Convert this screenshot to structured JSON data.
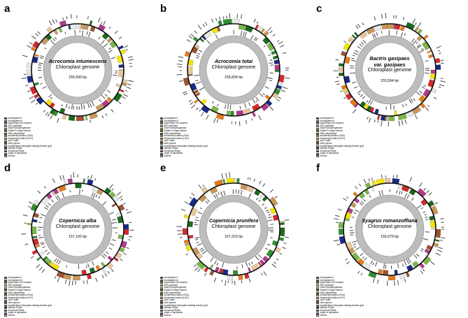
{
  "panels": [
    {
      "letter": "a",
      "species": [
        "Acrocomia intumescens"
      ],
      "subtitle": "Chloroplast genome",
      "size": "155,590 bp"
    },
    {
      "letter": "b",
      "species": [
        "Acrocomia totai"
      ],
      "subtitle": "Chloroplast genome",
      "size": "155,834 bp"
    },
    {
      "letter": "c",
      "species": [
        "Bactris gasipaes",
        "var. gasipaes"
      ],
      "subtitle": "Chloroplast genome",
      "size": "155,594 bp"
    },
    {
      "letter": "d",
      "species": [
        "Copernicia alba"
      ],
      "subtitle": "Chloroplast genome",
      "size": "157,192 bp"
    },
    {
      "letter": "e",
      "species": [
        "Copernicia prunifera"
      ],
      "subtitle": "Chloroplast genome",
      "size": "157,323 bp"
    },
    {
      "letter": "f",
      "species": [
        "Syagrus romanzoffiana"
      ],
      "subtitle": "Chloroplast genome",
      "size": "155,079 bp"
    }
  ],
  "legend": [
    {
      "label": "photosystem I",
      "color": "#1a6b1a"
    },
    {
      "label": "photosystem II",
      "color": "#2f8f2f"
    },
    {
      "label": "cytochrome b/f complex",
      "color": "#7ab648"
    },
    {
      "label": "ATP synthase",
      "color": "#a8d060"
    },
    {
      "label": "NADH dehydrogenase",
      "color": "#f4e400"
    },
    {
      "label": "RubisCO large subunit",
      "color": "#5b8c2a"
    },
    {
      "label": "RNA polymerase",
      "color": "#d42a2a"
    },
    {
      "label": "ribosomal proteins (SSU)",
      "color": "#e8c59a"
    },
    {
      "label": "ribosomal proteins (LSU)",
      "color": "#c8985a"
    },
    {
      "label": "clpP, matK",
      "color": "#e87a1a"
    },
    {
      "label": "other genes",
      "color": "#a0522d"
    },
    {
      "label": "hypothetical chloroplast reading frames (ycf)",
      "color": "#8fbc8f"
    },
    {
      "label": "transfer RNAs",
      "color": "#1a1a1a"
    },
    {
      "label": "ribosomal RNAs",
      "color": "#cc2222"
    },
    {
      "label": "origin of replication",
      "color": "#b03a8a"
    },
    {
      "label": "introns",
      "color": "#e8e8e8"
    }
  ],
  "colors": {
    "ring": "#111111",
    "inner_ring": "#bdbdbd",
    "inner_ring_dark": "#8c8c8c",
    "palette": [
      "#1a6b1a",
      "#2f8f2f",
      "#7ab648",
      "#f4e400",
      "#d42a2a",
      "#e8c59a",
      "#c8985a",
      "#a0522d",
      "#1a2a8a",
      "#b03a8a",
      "#e87a1a",
      "#e8e8e8"
    ]
  }
}
